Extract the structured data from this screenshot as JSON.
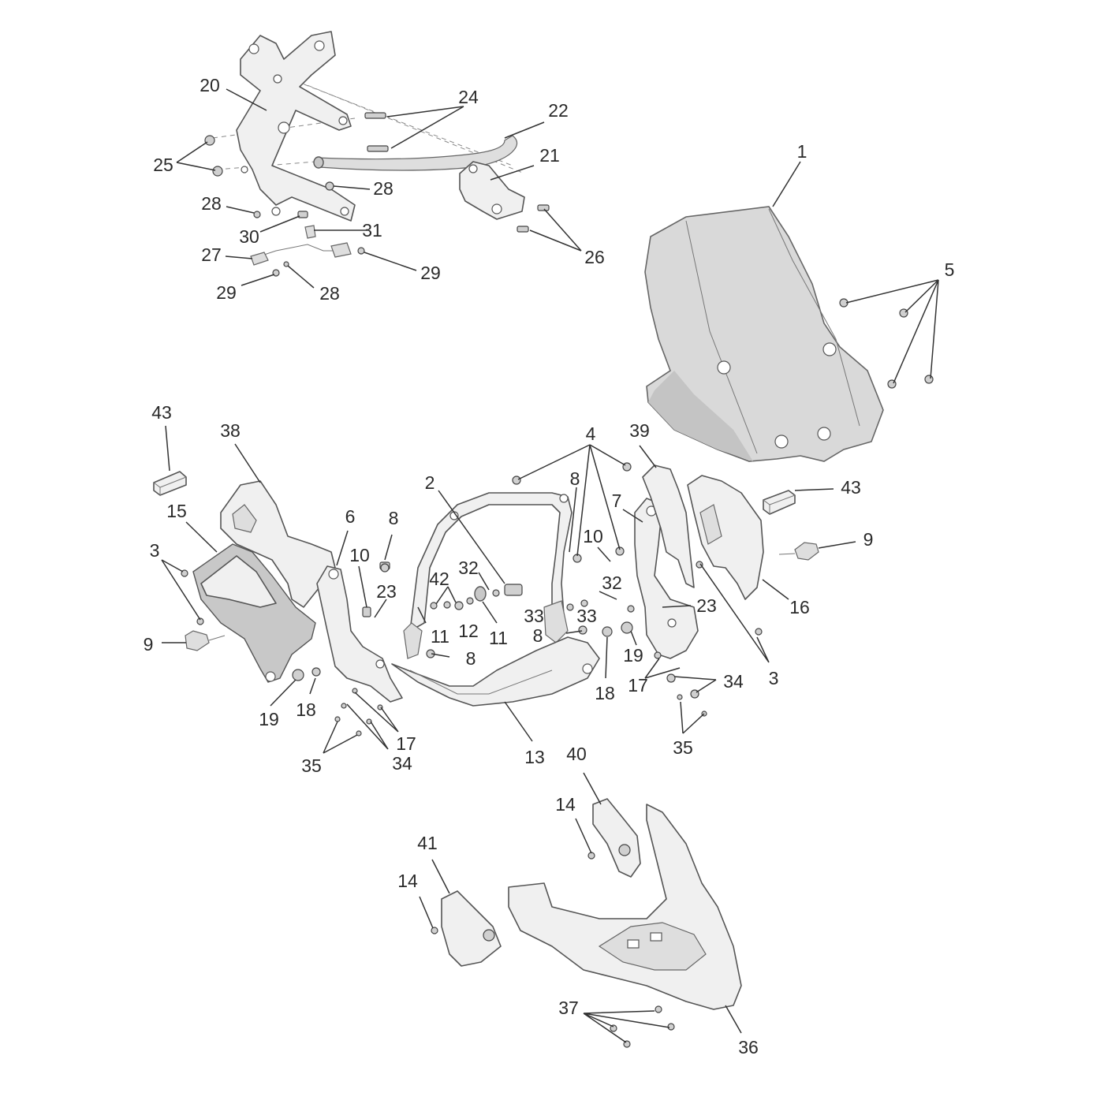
{
  "diagram": {
    "callouts": [
      {
        "id": "c1",
        "text": "1"
      },
      {
        "id": "c2",
        "text": "2"
      },
      {
        "id": "c3a",
        "text": "3"
      },
      {
        "id": "c3b",
        "text": "3"
      },
      {
        "id": "c4",
        "text": "4"
      },
      {
        "id": "c5",
        "text": "5"
      },
      {
        "id": "c6",
        "text": "6"
      },
      {
        "id": "c7",
        "text": "7"
      },
      {
        "id": "c8a",
        "text": "8"
      },
      {
        "id": "c8b",
        "text": "8"
      },
      {
        "id": "c8c",
        "text": "8"
      },
      {
        "id": "c8d",
        "text": "8"
      },
      {
        "id": "c9a",
        "text": "9"
      },
      {
        "id": "c9b",
        "text": "9"
      },
      {
        "id": "c10a",
        "text": "10"
      },
      {
        "id": "c10b",
        "text": "10"
      },
      {
        "id": "c11a",
        "text": "11"
      },
      {
        "id": "c11b",
        "text": "11"
      },
      {
        "id": "c12",
        "text": "12"
      },
      {
        "id": "c13",
        "text": "13"
      },
      {
        "id": "c14a",
        "text": "14"
      },
      {
        "id": "c14b",
        "text": "14"
      },
      {
        "id": "c15",
        "text": "15"
      },
      {
        "id": "c16",
        "text": "16"
      },
      {
        "id": "c17a",
        "text": "17"
      },
      {
        "id": "c17b",
        "text": "17"
      },
      {
        "id": "c18a",
        "text": "18"
      },
      {
        "id": "c18b",
        "text": "18"
      },
      {
        "id": "c19a",
        "text": "19"
      },
      {
        "id": "c19b",
        "text": "19"
      },
      {
        "id": "c20",
        "text": "20"
      },
      {
        "id": "c21",
        "text": "21"
      },
      {
        "id": "c22",
        "text": "22"
      },
      {
        "id": "c23a",
        "text": "23"
      },
      {
        "id": "c23b",
        "text": "23"
      },
      {
        "id": "c24",
        "text": "24"
      },
      {
        "id": "c25",
        "text": "25"
      },
      {
        "id": "c26",
        "text": "26"
      },
      {
        "id": "c27",
        "text": "27"
      },
      {
        "id": "c28a",
        "text": "28"
      },
      {
        "id": "c28b",
        "text": "28"
      },
      {
        "id": "c28c",
        "text": "28"
      },
      {
        "id": "c29a",
        "text": "29"
      },
      {
        "id": "c29b",
        "text": "29"
      },
      {
        "id": "c30",
        "text": "30"
      },
      {
        "id": "c31",
        "text": "31"
      },
      {
        "id": "c32a",
        "text": "32"
      },
      {
        "id": "c32b",
        "text": "32"
      },
      {
        "id": "c33a",
        "text": "33"
      },
      {
        "id": "c33b",
        "text": "33"
      },
      {
        "id": "c34a",
        "text": "34"
      },
      {
        "id": "c34b",
        "text": "34"
      },
      {
        "id": "c35a",
        "text": "35"
      },
      {
        "id": "c35b",
        "text": "35"
      },
      {
        "id": "c36",
        "text": "36"
      },
      {
        "id": "c37",
        "text": "37"
      },
      {
        "id": "c38",
        "text": "38"
      },
      {
        "id": "c39",
        "text": "39"
      },
      {
        "id": "c40",
        "text": "40"
      },
      {
        "id": "c41",
        "text": "41"
      },
      {
        "id": "c42",
        "text": "42"
      },
      {
        "id": "c43a",
        "text": "43"
      },
      {
        "id": "c43b",
        "text": "43"
      }
    ]
  }
}
